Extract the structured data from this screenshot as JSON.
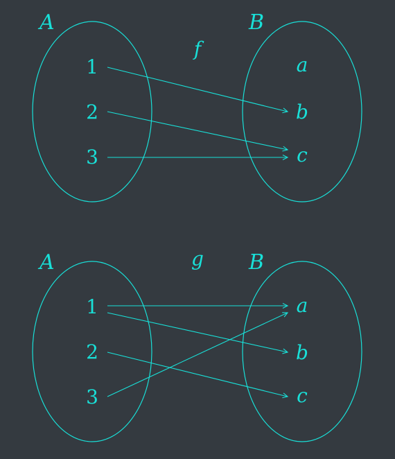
{
  "colors": {
    "background": "#343a40",
    "stroke": "#19e0d8"
  },
  "diagrams": [
    {
      "function_label": "f",
      "domain": {
        "label": "A",
        "elements": [
          "1",
          "2",
          "3"
        ]
      },
      "codomain": {
        "label": "B",
        "elements": [
          "a",
          "b",
          "c"
        ]
      },
      "mapping": [
        {
          "from": "1",
          "to": "b"
        },
        {
          "from": "2",
          "to": "c"
        },
        {
          "from": "3",
          "to": "c"
        }
      ]
    },
    {
      "function_label": "g",
      "domain": {
        "label": "A",
        "elements": [
          "1",
          "2",
          "3"
        ]
      },
      "codomain": {
        "label": "B",
        "elements": [
          "a",
          "b",
          "c"
        ]
      },
      "mapping": [
        {
          "from": "1",
          "to": "a"
        },
        {
          "from": "1",
          "to": "b"
        },
        {
          "from": "2",
          "to": "c"
        },
        {
          "from": "3",
          "to": "a"
        }
      ]
    }
  ]
}
